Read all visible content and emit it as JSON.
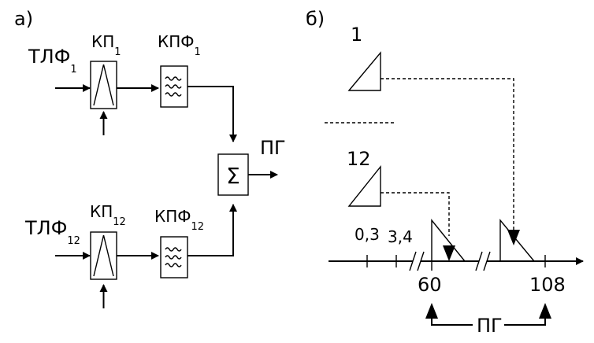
{
  "part_a": {
    "label": "а)",
    "channel1": {
      "input_main": "ТЛФ",
      "input_sub": "1",
      "mod_main": "КП",
      "mod_sub": "1",
      "filter_main": "КПФ",
      "filter_sub": "1"
    },
    "channel12": {
      "input_main": "ТЛФ",
      "input_sub": "12",
      "mod_main": "КП",
      "mod_sub": "12",
      "filter_main": "КПФ",
      "filter_sub": "12"
    },
    "summer_symbol": "Σ",
    "output": "ПГ"
  },
  "part_b": {
    "label": "б)",
    "spectrum1_label": "1",
    "spectrum12_label": "12",
    "tick_03": "0,3",
    "tick_34": "3,4",
    "tick_60": "60",
    "tick_108": "108",
    "group_label": "ПГ"
  },
  "icons": [
    "arrow-icon",
    "triangle-modulator-icon",
    "bandpass-filter-icon",
    "sigma-icon",
    "break-mark-icon"
  ]
}
